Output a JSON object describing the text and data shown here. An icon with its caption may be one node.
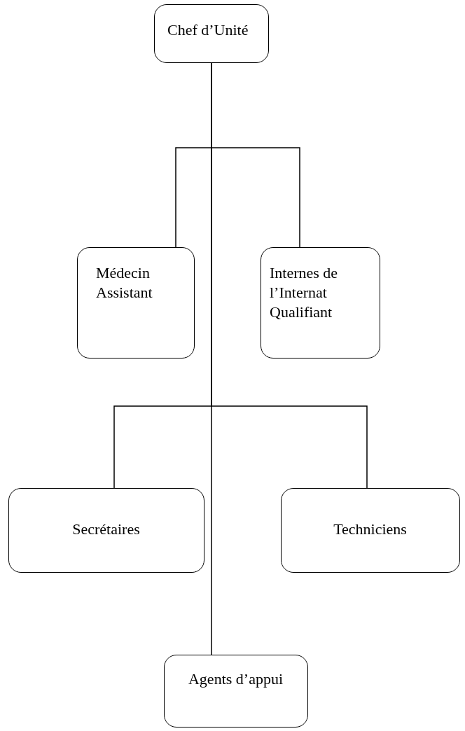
{
  "diagram": {
    "nodes": [
      {
        "text": [
          "Chef d’Unité"
        ]
      },
      {
        "text": [
          "Médecin Assistant"
        ]
      },
      {
        "text": [
          "Internes de l’Internat Qualifiant"
        ]
      },
      {
        "text": [
          "Secrétaires"
        ]
      },
      {
        "text": [
          "Techniciens"
        ]
      },
      {
        "text": [
          "Agents d’appui"
        ]
      }
    ],
    "edges": [
      {
        "from": 0,
        "to": 1,
        "arrow": "none"
      },
      {
        "from": 0,
        "to": 2,
        "arrow": "none"
      },
      {
        "from": 0,
        "to": 3,
        "arrow": "none"
      },
      {
        "from": 0,
        "to": 4,
        "arrow": "none"
      },
      {
        "from": 0,
        "to": 5,
        "arrow": "none"
      }
    ]
  }
}
